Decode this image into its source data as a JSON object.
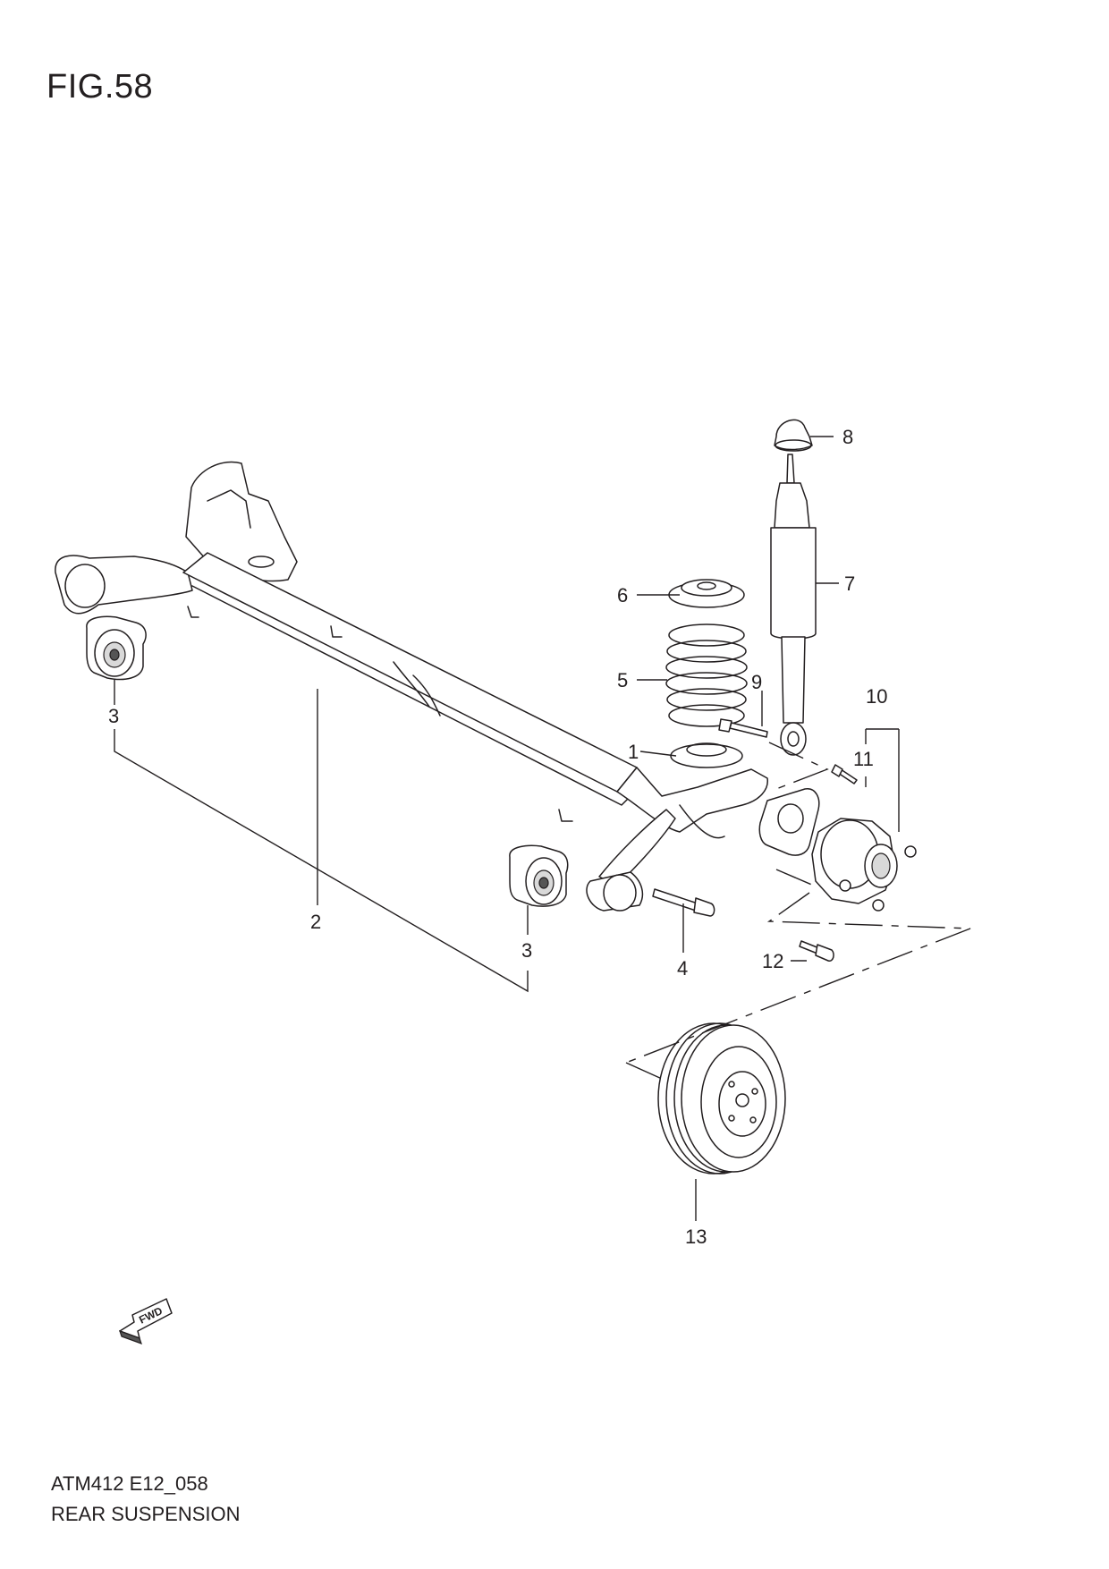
{
  "figure": {
    "title": "FIG.58",
    "code": "ATM412 E12_058",
    "name": "REAR SUSPENSION"
  },
  "fwd_label": "FWD",
  "callouts": [
    {
      "id": "c1",
      "text": "1"
    },
    {
      "id": "c2",
      "text": "2"
    },
    {
      "id": "c3a",
      "text": "3"
    },
    {
      "id": "c3b",
      "text": "3"
    },
    {
      "id": "c4",
      "text": "4"
    },
    {
      "id": "c5",
      "text": "5"
    },
    {
      "id": "c6",
      "text": "6"
    },
    {
      "id": "c7",
      "text": "7"
    },
    {
      "id": "c8",
      "text": "8"
    },
    {
      "id": "c9",
      "text": "9"
    },
    {
      "id": "c10",
      "text": "10"
    },
    {
      "id": "c11",
      "text": "11"
    },
    {
      "id": "c12",
      "text": "12"
    },
    {
      "id": "c13",
      "text": "13"
    }
  ]
}
